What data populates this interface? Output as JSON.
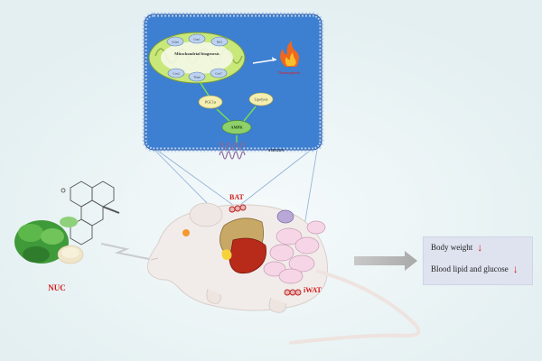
{
  "signaling": {
    "mito_title": "Mitochondrial biogenesis",
    "mito_proteins": [
      "Cidea",
      "Ucp1",
      "Nrf1",
      "Cox2",
      "Tfam",
      "Cox7"
    ],
    "pgc1a": "PGC1α",
    "lipolysis": "Lipolysis",
    "ampk": "AMPK",
    "receptor": "S1R/GDA",
    "thermogenesis": "Thermogenesis"
  },
  "labels": {
    "bat": "BAT",
    "iwat": "iWAT",
    "nuc": "NUC"
  },
  "effects": {
    "items": [
      {
        "text": "Body weight",
        "arrow": "↓"
      },
      {
        "text": "Blood lipid and glucose",
        "arrow": "↓"
      }
    ]
  },
  "colors": {
    "background": "#e9f3f4",
    "panel_fill": "#3d7fd1",
    "panel_border": "#2b5aa8",
    "mito_fill": "#c9e87a",
    "label_red": "#d21b1b",
    "effects_box": "#dfe3f0",
    "arrow_red": "#e01818"
  }
}
